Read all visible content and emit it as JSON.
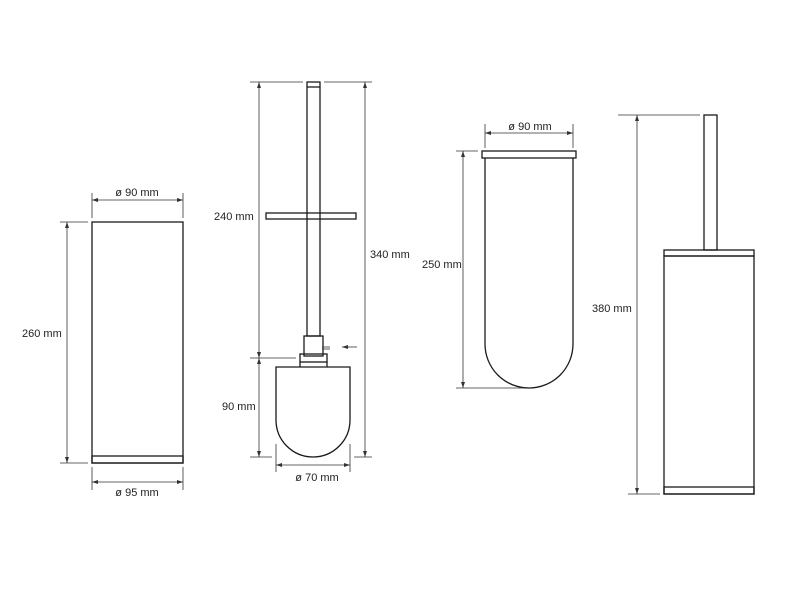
{
  "views": {
    "outer_container": {
      "diameter_top": "ø 90 mm",
      "height": "260 mm",
      "diameter_bottom": "ø 95 mm"
    },
    "brush": {
      "handle_length": "240 mm",
      "total_length": "340 mm",
      "head_height": "90 mm",
      "head_diameter": "ø 70 mm"
    },
    "inner_cup": {
      "diameter": "ø 90 mm",
      "height": "250 mm"
    },
    "assembled": {
      "total_height": "380 mm"
    }
  }
}
